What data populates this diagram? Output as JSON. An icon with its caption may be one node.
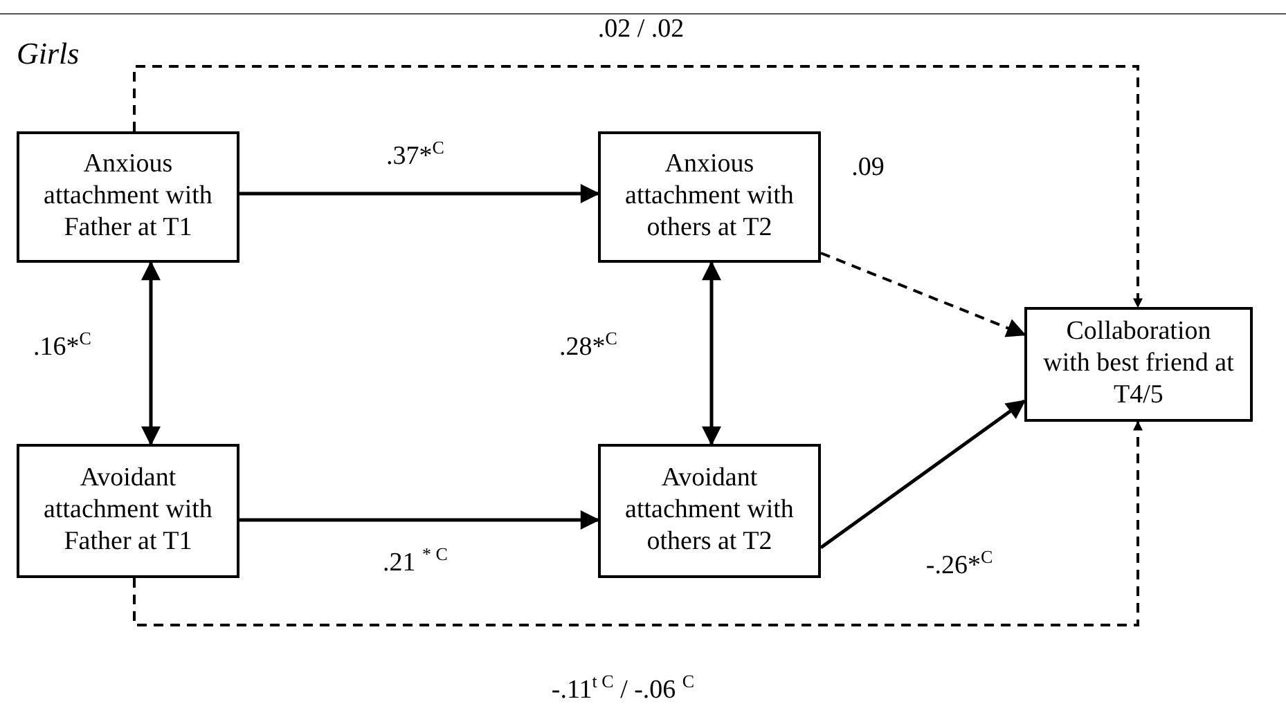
{
  "diagram": {
    "nodes": [
      {
        "text": [
          "Anxious attachment with Father at T1"
        ]
      },
      {
        "text": [
          "Anxious attachment with others at T2"
        ]
      },
      {
        "text": [
          "Collaboration with best friend at T4/5"
        ]
      },
      {
        "text": [
          "Avoidant attachment with Father at T1"
        ]
      },
      {
        "text": [
          "Avoidant attachment with others at T2"
        ]
      }
    ],
    "edges": [
      {
        "from": 0,
        "to": 1,
        "arrow": "to",
        "label": ".37*$^{C}$"
      },
      {
        "from": 1,
        "to": 2,
        "arrow": "to",
        "label": ".09",
        "style": "dashed"
      },
      {
        "from": 0,
        "to": 3,
        "arrow": "both",
        "label": ".16*$^{C}$"
      },
      {
        "from": 1,
        "to": 4,
        "arrow": "both",
        "label": ".28*$^{C}$"
      },
      {
        "from": 3,
        "to": 4,
        "arrow": "to",
        "label": ".21 $^{* C}$"
      },
      {
        "from": 4,
        "to": 2,
        "arrow": "to",
        "label": "-.26*$^{C}$"
      },
      {
        "from": 0,
        "to": 2,
        "arrow": "to",
        "label": ".02 / .02",
        "style": "dashed"
      },
      {
        "from": 3,
        "to": 2,
        "arrow": "to",
        "label": "-.11$^{t C}$ / -.06 $^{C}$",
        "style": "dashed"
      }
    ],
    "labels": [
      "Girls"
    ]
  }
}
